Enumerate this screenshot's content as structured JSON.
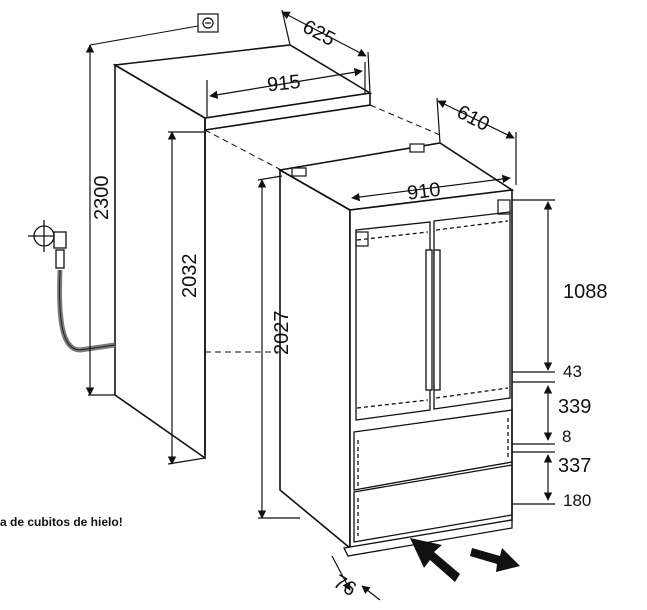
{
  "dimensions": {
    "niche_depth": "625",
    "niche_width": "915",
    "appliance_depth": "610",
    "appliance_width": "910",
    "niche_total_height": "2300",
    "niche_height": "2032",
    "appliance_height": "2027",
    "upper_section_height": "1088",
    "gap_upper": "43",
    "drawer_upper_height": "339",
    "gap_middle": "8",
    "drawer_lower_height": "337",
    "base_height": "180",
    "front_offset": "76"
  },
  "note": "a de cubitos de hielo!",
  "icons": [
    "water-connection-icon",
    "electrical-socket-icon",
    "push-arrow-icon",
    "pull-arrow-icon"
  ],
  "colors": {
    "line": "#111111",
    "hose": "#7a7a7a",
    "background": "#ffffff"
  }
}
